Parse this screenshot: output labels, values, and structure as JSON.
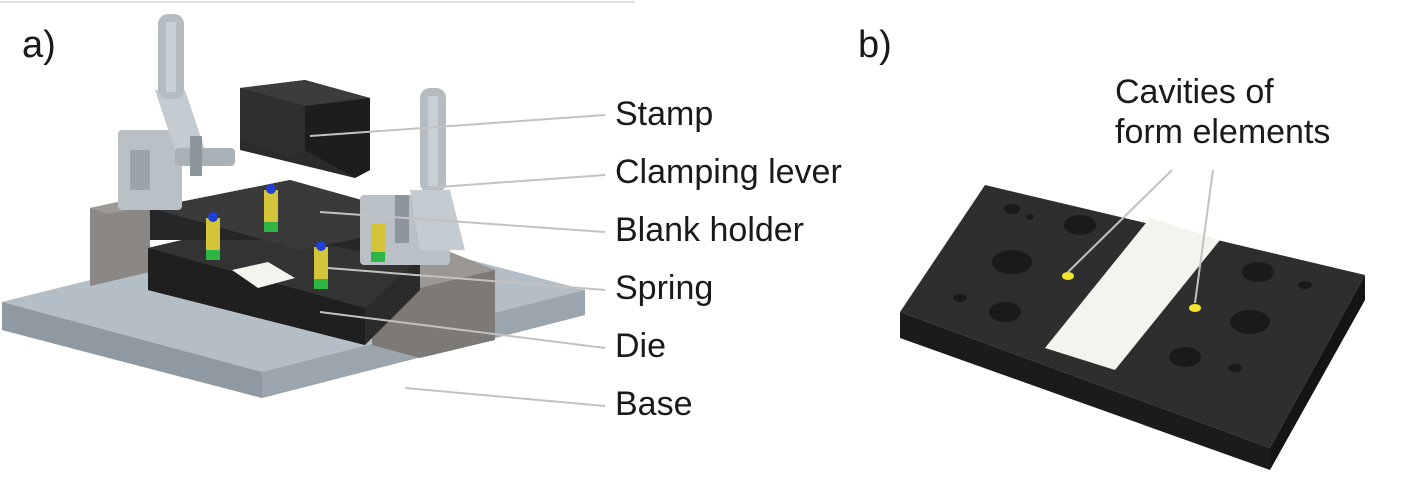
{
  "panel_a": {
    "letter": "a)",
    "labels": [
      "Stamp",
      "Clamping lever",
      "Blank holder",
      "Spring",
      "Die",
      "Base"
    ]
  },
  "panel_b": {
    "letter": "b)",
    "label_line1": "Cavities of",
    "label_line2": "form elements"
  },
  "colors": {
    "base": "#a9b4bd",
    "die": "#2b2b2b",
    "spring": "#d4c43a",
    "spring_bottom": "#2fb544",
    "screw": "#1f3fd6",
    "blank": "#f4f4ee",
    "metal": "#b9c1c6",
    "cavity": "#f2e32c"
  }
}
